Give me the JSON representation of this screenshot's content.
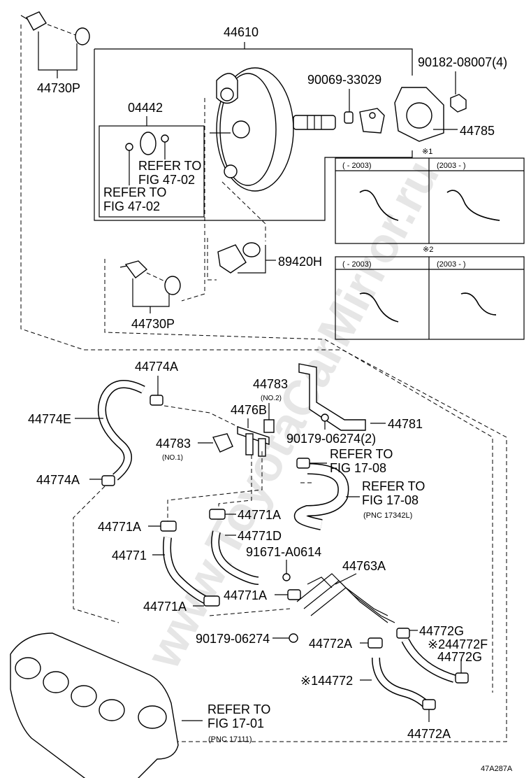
{
  "watermark": "www.ToyotaCarMirror.ru",
  "diagram_code": "47A287A",
  "parts": {
    "p44610": "44610",
    "p44730p_top": "44730P",
    "p44730p_bottom": "44730P",
    "p04442": "04442",
    "p90069": "90069-33029",
    "p90182": "90182-08007(4)",
    "p44785": "44785",
    "p89420h": "89420H",
    "p44774a_top": "44774A",
    "p44774e": "44774E",
    "p44774a_left": "44774A",
    "p44783_no2": "44783",
    "p44783_no2_sub": "(NO.2)",
    "p4476b": "4476B",
    "p44783_no1": "44783",
    "p44783_no1_sub": "(NO.1)",
    "p44781": "44781",
    "p90179_2": "90179-06274(2)",
    "p44771a_1": "44771A",
    "p44771a_2": "44771A",
    "p44771d": "44771D",
    "p44771": "44771",
    "p91671": "91671-A0614",
    "p44763a": "44763A",
    "p44771a_3": "44771A",
    "p44771a_4": "44771A",
    "p44772g_1": "44772G",
    "p44772f": "※244772F",
    "p44772g_2": "44772G",
    "p90179": "90179-06274",
    "p44772a_1": "44772A",
    "p44772": "※144772",
    "p44772a_2": "44772A"
  },
  "refs": {
    "ref_47_02_a_line1": "REFER TO",
    "ref_47_02_a_line2": "FIG 47-02",
    "ref_47_02_b_line1": "REFER TO",
    "ref_47_02_b_line2": "FIG 47-02",
    "ref_17_08_a_line1": "REFER TO",
    "ref_17_08_a_line2": "FIG 17-08",
    "ref_17_08_b_line1": "REFER TO",
    "ref_17_08_b_line2": "FIG 17-08",
    "ref_17_08_b_pnc": "(PNC 17342L)",
    "ref_17_01_line1": "REFER TO",
    "ref_17_01_line2": "FIG 17-01",
    "ref_17_01_pnc": "(PNC 17111)"
  },
  "variant_tables": {
    "note1": "※1",
    "note2": "※2",
    "table1_col1": "(    - 2003)",
    "table1_col2": "(2003 -     )",
    "table2_col1": "(    - 2003)",
    "table2_col2": "(2003 -     )"
  }
}
